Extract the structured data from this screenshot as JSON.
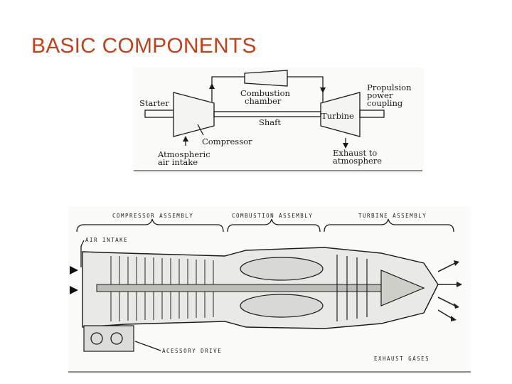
{
  "slide": {
    "title": "BASIC COMPONENTS"
  },
  "schematic": {
    "labels": {
      "starter": "Starter",
      "combustion_line1": "Combustion",
      "combustion_line2": "chamber",
      "propulsion_line1": "Propulsion",
      "propulsion_line2": "power",
      "propulsion_line3": "coupling",
      "turbine": "Turbine",
      "shaft": "Shaft",
      "compressor": "Compressor",
      "intake_line1": "Atmospheric",
      "intake_line2": "air intake",
      "exhaust_line1": "Exhaust to",
      "exhaust_line2": "atmosphere"
    }
  },
  "cutaway": {
    "labels": {
      "compressor_assembly": "COMPRESSOR ASSEMBLY",
      "combustion_assembly": "COMBUSTION ASSEMBLY",
      "turbine_assembly": "TURBINE ASSEMBLY",
      "air_intake": "AIR INTAKE",
      "accessory_drive": "ACESSORY DRIVE",
      "exhaust_gases": "EXHAUST GASES"
    }
  }
}
